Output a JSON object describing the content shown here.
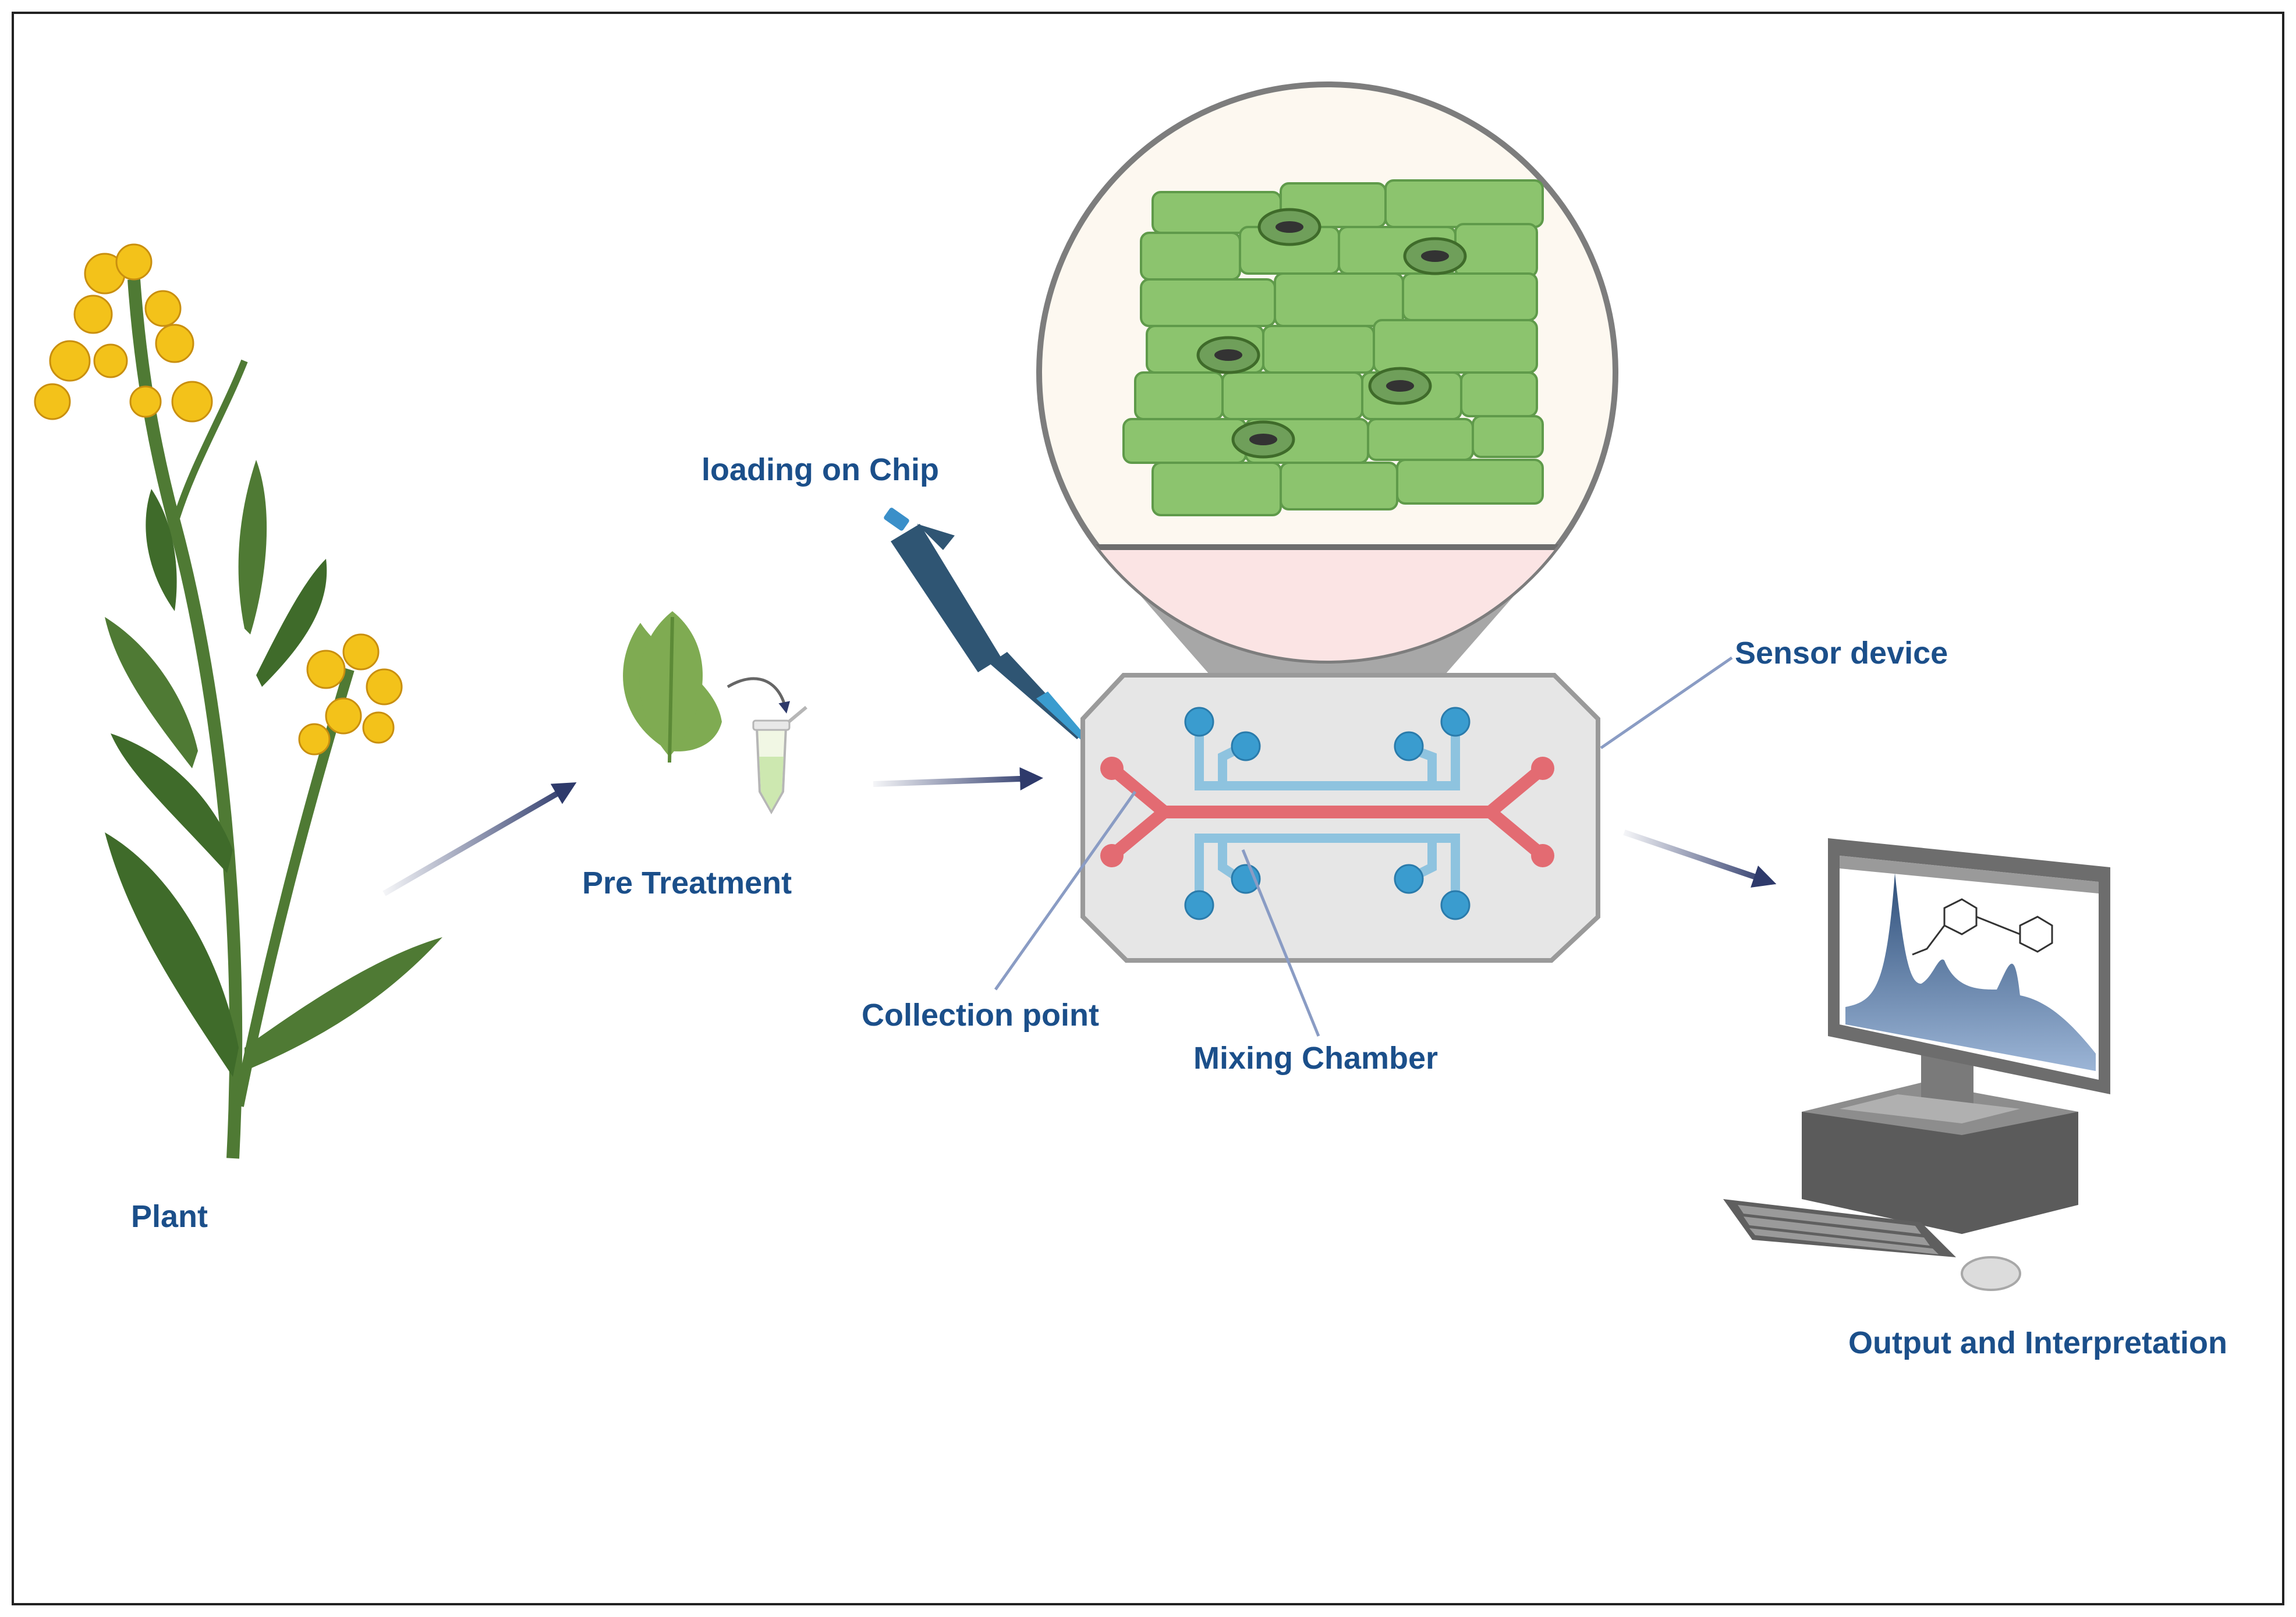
{
  "labels": {
    "plant": "Plant",
    "pre_treatment": "Pre Treatment",
    "loading_on_chip": "loading on Chip",
    "sensor_device": "Sensor device",
    "collection_point": "Collection point",
    "mixing_chamber": "Mixing Chamber",
    "output": "Output and Interpretation"
  },
  "colors": {
    "label_text": "#1b4f8a",
    "arrow": "#2e3a6b",
    "leaf_cell": "#8cc46e",
    "leaf_cell_edge": "#5f9a4a",
    "flower": "#f3c21a",
    "stem": "#4f7a34",
    "red_channel": "#e36b72",
    "blue_channel": "#8ec3df",
    "blue_port": "#3a9ccf",
    "pipette": "#2f5573",
    "monitor_chart": "#2e4f7a"
  },
  "icons": {
    "plant": "rapeseed-plant-icon",
    "leaf": "leaf-icon",
    "tube": "sample-tube-icon",
    "pipette": "pipette-icon",
    "chip": "microfluidic-chip-icon",
    "magnifier": "leaf-cells-magnified-icon",
    "computer": "computer-icon"
  }
}
